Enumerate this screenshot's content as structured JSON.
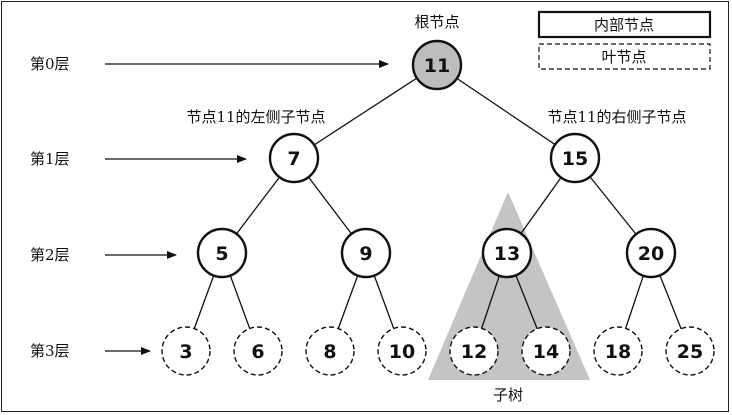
{
  "root_caption": "根节点",
  "subtree_caption": "子树",
  "left_child_caption": "节点11的左侧子节点",
  "right_child_caption": "节点11的右侧子节点",
  "legend": {
    "internal": "内部节点",
    "leaf": "叶节点"
  },
  "levels": [
    "第0层",
    "第1层",
    "第2层",
    "第3层"
  ],
  "nodes": {
    "n11": "11",
    "n7": "7",
    "n15": "15",
    "n5": "5",
    "n9": "9",
    "n13": "13",
    "n20": "20",
    "n3": "3",
    "n6": "6",
    "n8": "8",
    "n10": "10",
    "n12": "12",
    "n14": "14",
    "n18": "18",
    "n25": "25"
  },
  "colors": {
    "root_fill": "#bdbdbd",
    "subtree_fill": "#c4c4c4",
    "stroke": "#111111"
  }
}
